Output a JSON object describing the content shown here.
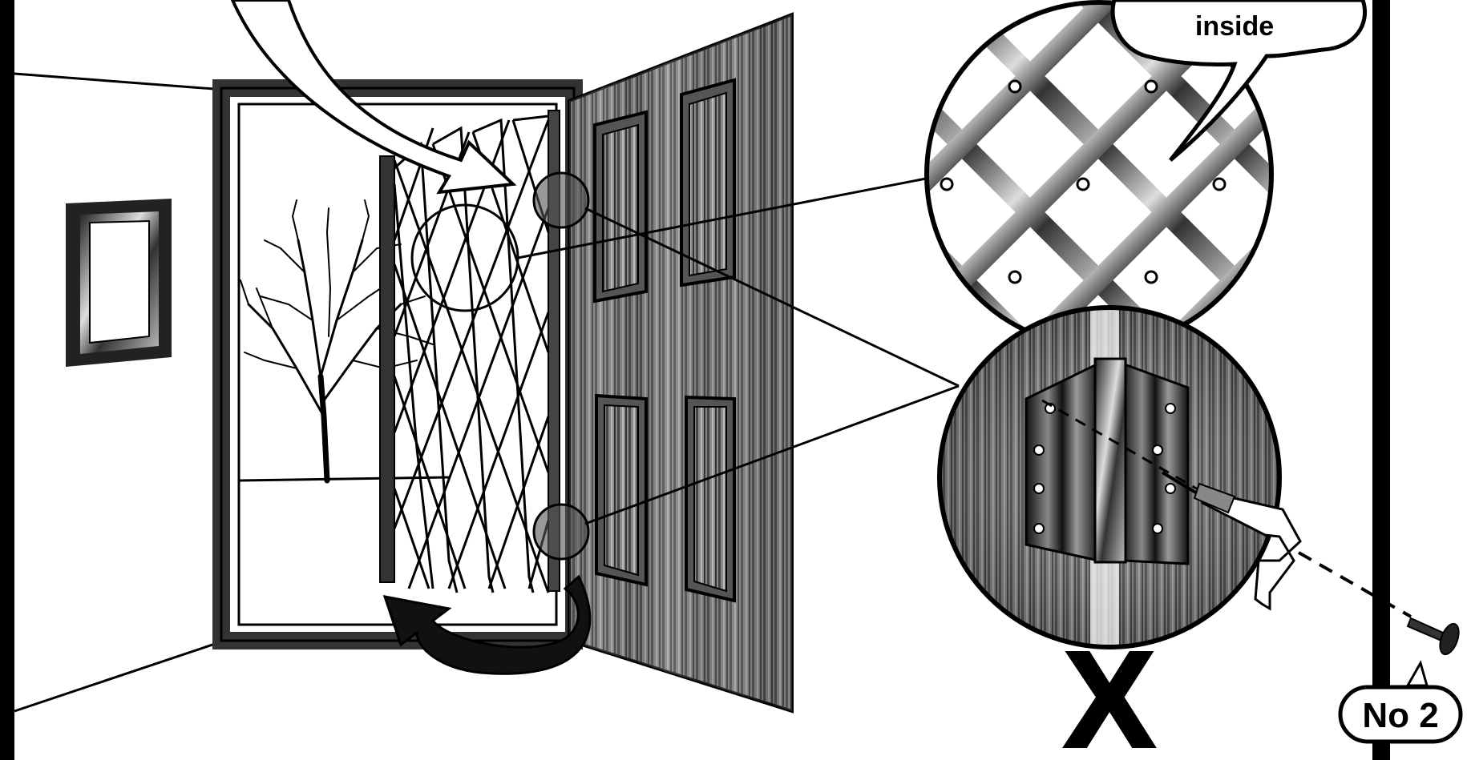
{
  "callouts": {
    "inside_label": "inside",
    "step_label": "No 2",
    "forbidden_mark": "X"
  },
  "icons": {
    "room": "room-scene",
    "gate": "expanding-lattice-gate",
    "door": "wooden-door",
    "tree": "tree",
    "picture_frame": "picture-frame",
    "lattice_detail": "lattice-closeup",
    "hinge_detail": "hinge-closeup",
    "drill": "drill-icon",
    "screw": "screw-icon"
  }
}
